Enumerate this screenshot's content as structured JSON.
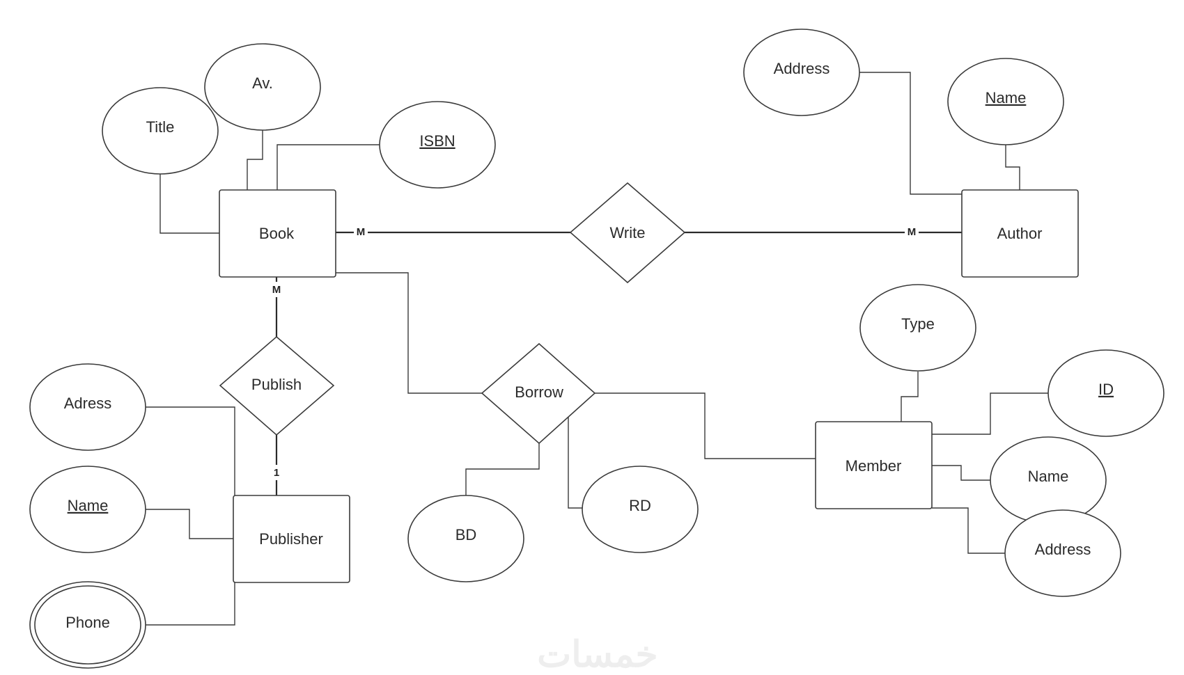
{
  "entities": {
    "book": "Book",
    "author": "Author",
    "publisher": "Publisher",
    "member": "Member"
  },
  "relationships": {
    "write": "Write",
    "publish": "Publish",
    "borrow": "Borrow"
  },
  "attributes": {
    "title": "Title",
    "av": "Av.",
    "isbn": "ISBN",
    "author_address": "Address",
    "author_name": "Name",
    "publisher_adress": "Adress",
    "publisher_name": "Name",
    "publisher_phone": "Phone",
    "borrow_bd": "BD",
    "borrow_rd": "RD",
    "member_type": "Type",
    "member_id": "ID",
    "member_name": "Name",
    "member_address": "Address"
  },
  "cardinalities": {
    "book_write": "M",
    "author_write": "M",
    "book_publish": "M",
    "publisher_publish": "1"
  },
  "watermark": "خمسات"
}
